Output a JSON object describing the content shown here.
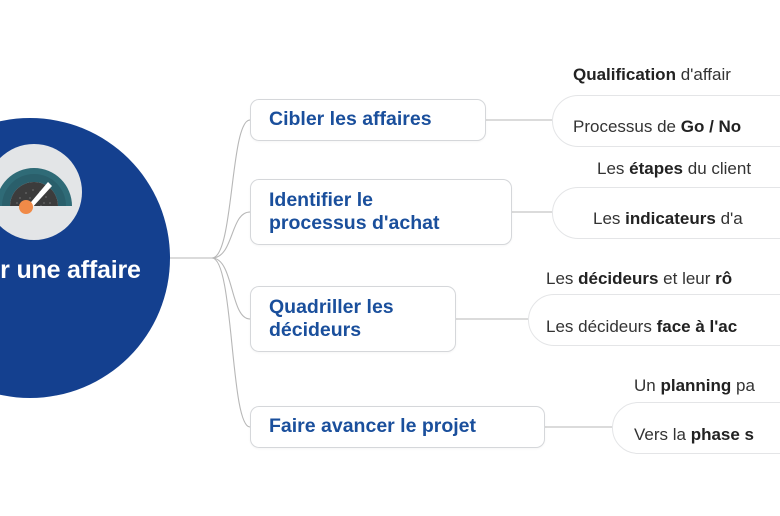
{
  "diagram": {
    "title": "Piloter une affaire",
    "type": "mind-map",
    "colors": {
      "center_fill": "#14408f",
      "center_text": "#ffffff",
      "branch_text": "#1a4f9c",
      "branch_border": "#d5d7da",
      "leaf_border": "#e4e5e7",
      "leaf_text": "#333333",
      "connector": "#b7b7b7"
    }
  },
  "center": {
    "label": "Piloter une\naffaire",
    "icon": "gauge-icon"
  },
  "branches": [
    {
      "id": "cibler",
      "label": "Cibler les affaires",
      "leaves": [
        {
          "pre": "",
          "bold": "Qualification",
          "post": " d'affair"
        },
        {
          "pre": "Processus de ",
          "bold": "Go / No",
          "post": ""
        }
      ]
    },
    {
      "id": "processus",
      "label": "Identifier le\nprocessus d'achat",
      "leaves": [
        {
          "pre": "Les ",
          "bold": "étapes",
          "post": " du client"
        },
        {
          "pre": "Les ",
          "bold": "indicateurs",
          "post": " d'a"
        }
      ]
    },
    {
      "id": "decideurs",
      "label": "Quadriller les\ndécideurs",
      "leaves": [
        {
          "pre": "Les ",
          "bold": "décideurs",
          "post": " et leur ",
          "bold2": "rô"
        },
        {
          "pre": "Les décideurs ",
          "bold": "face à l'ac",
          "post": ""
        }
      ]
    },
    {
      "id": "projet",
      "label": "Faire avancer le projet",
      "leaves": [
        {
          "pre": "Un ",
          "bold": "planning",
          "post": " pa"
        },
        {
          "pre": "Vers la ",
          "bold": "phase s",
          "post": ""
        }
      ]
    }
  ]
}
